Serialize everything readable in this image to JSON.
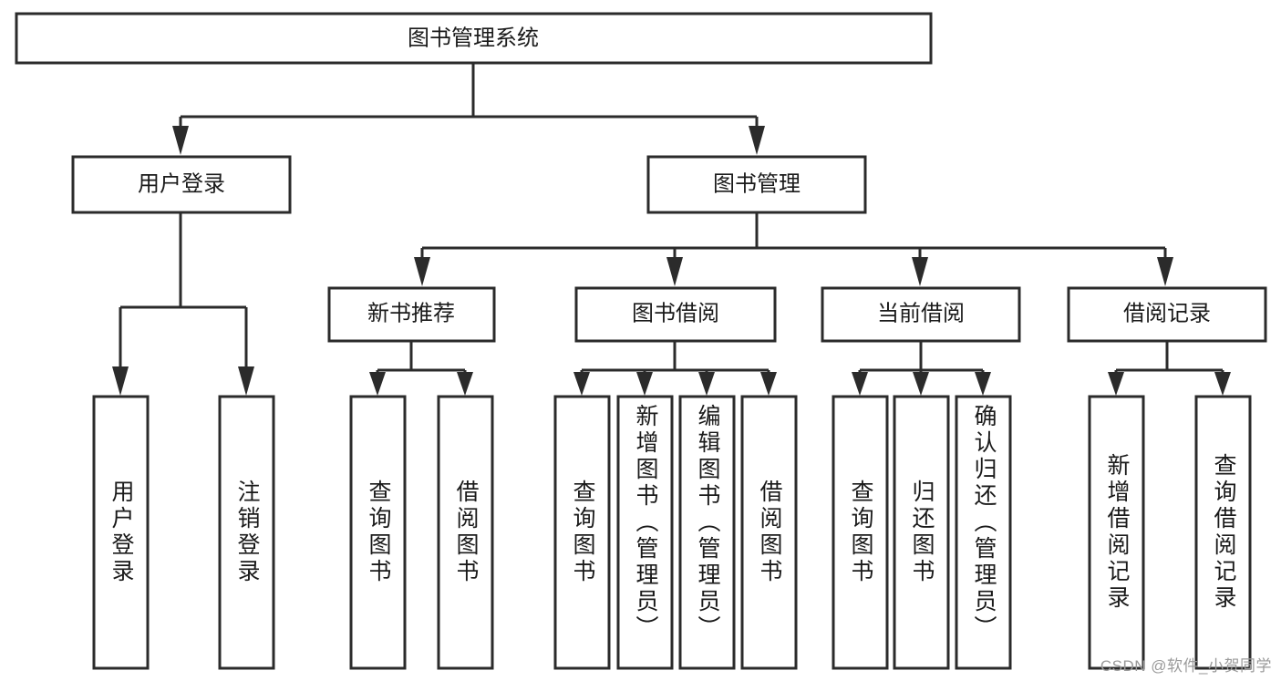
{
  "diagram": {
    "type": "tree-hierarchy",
    "title": "图书管理系统",
    "root": {
      "id": "root",
      "label": "图书管理系统",
      "orientation": "horizontal"
    },
    "level1": [
      {
        "id": "user-login",
        "label": "用户登录",
        "orientation": "horizontal"
      },
      {
        "id": "book-management",
        "label": "图书管理",
        "orientation": "horizontal"
      }
    ],
    "level2": [
      {
        "id": "new-book-recommend",
        "label": "新书推荐",
        "parent": "book-management",
        "orientation": "horizontal"
      },
      {
        "id": "book-borrow",
        "label": "图书借阅",
        "parent": "book-management",
        "orientation": "horizontal"
      },
      {
        "id": "current-borrow",
        "label": "当前借阅",
        "parent": "book-management",
        "orientation": "horizontal"
      },
      {
        "id": "borrow-record",
        "label": "借阅记录",
        "parent": "book-management",
        "orientation": "horizontal"
      }
    ],
    "leaves": [
      {
        "id": "leaf-user-login",
        "label": "用户登录",
        "parent": "user-login",
        "orientation": "vertical"
      },
      {
        "id": "leaf-user-logout",
        "label": "注销登录",
        "parent": "user-login",
        "orientation": "vertical"
      },
      {
        "id": "leaf-query-book-1",
        "label": "查询图书",
        "parent": "new-book-recommend",
        "orientation": "vertical"
      },
      {
        "id": "leaf-borrow-book-1",
        "label": "借阅图书",
        "parent": "new-book-recommend",
        "orientation": "vertical"
      },
      {
        "id": "leaf-query-book-2",
        "label": "查询图书",
        "parent": "book-borrow",
        "orientation": "vertical"
      },
      {
        "id": "leaf-add-book",
        "label": "新增图书（管理员）",
        "parent": "book-borrow",
        "orientation": "vertical"
      },
      {
        "id": "leaf-edit-book",
        "label": "编辑图书（管理员）",
        "parent": "book-borrow",
        "orientation": "vertical"
      },
      {
        "id": "leaf-borrow-book-2",
        "label": "借阅图书",
        "parent": "book-borrow",
        "orientation": "vertical"
      },
      {
        "id": "leaf-query-book-3",
        "label": "查询图书",
        "parent": "current-borrow",
        "orientation": "vertical"
      },
      {
        "id": "leaf-return-book",
        "label": "归还图书",
        "parent": "current-borrow",
        "orientation": "vertical"
      },
      {
        "id": "leaf-confirm-return",
        "label": "确认归还（管理员）",
        "parent": "current-borrow",
        "orientation": "vertical"
      },
      {
        "id": "leaf-add-record",
        "label": "新增借阅记录",
        "parent": "borrow-record",
        "orientation": "vertical"
      },
      {
        "id": "leaf-query-record",
        "label": "查询借阅记录",
        "parent": "borrow-record",
        "orientation": "vertical"
      }
    ],
    "colors": {
      "stroke": "#2b2b2b",
      "fill": "#ffffff",
      "text": "#1a1a1a",
      "watermark": "#9b9b9b"
    }
  },
  "watermark": {
    "text": "CSDN @软件_小贺同学"
  }
}
